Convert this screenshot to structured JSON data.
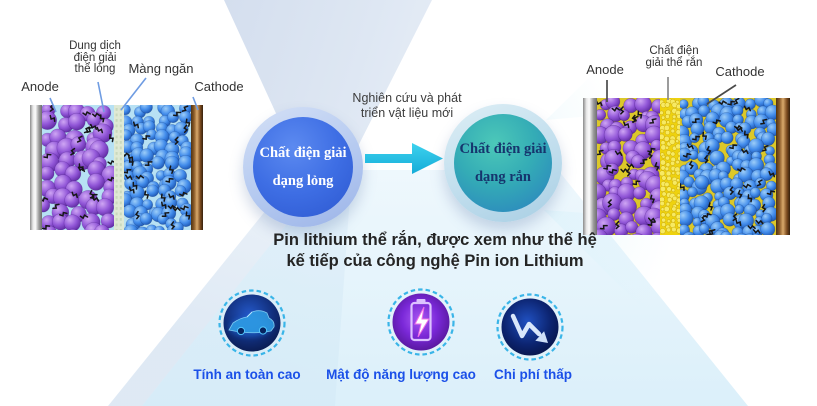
{
  "left_battery": {
    "name": "liquid electrolyte battery diagram",
    "labels": {
      "anode": "Anode",
      "electrolyte_lines": [
        "Dung dịch",
        "điện giải",
        "thể lỏng"
      ],
      "separator": "Màng ngăn",
      "cathode": "Cathode"
    }
  },
  "right_battery": {
    "name": "solid electrolyte battery diagram",
    "labels": {
      "anode": "Anode",
      "electrolyte_lines": [
        "Chất điện",
        "giải thể rắn"
      ],
      "cathode": "Cathode"
    }
  },
  "transition": {
    "note_lines": [
      "Nghiên cứu và phát",
      "triển vật liệu mới"
    ],
    "liquid_circle_lines": [
      "Chất điện giải",
      "dạng lỏng"
    ],
    "solid_circle_lines": [
      "Chất điện giải",
      "dạng rắn"
    ],
    "arrow_icon": "right-arrow-icon"
  },
  "caption": {
    "line1": "Pin lithium thể rắn, được xem như thế hệ",
    "line2": "kế tiếp của công nghệ Pin ion Lithium"
  },
  "benefits": [
    {
      "icon": "car-safety-icon",
      "label": "Tính an toàn cao"
    },
    {
      "icon": "battery-energy-icon",
      "label": "Mật độ năng lượng cao"
    },
    {
      "icon": "cost-down-icon",
      "label": "Chi phí thấp"
    }
  ],
  "colors": {
    "arrow_cyan": "#2bc3e6",
    "liquid_circle_blue": "#3e6ee4",
    "solid_circle_teal": "#35adb5",
    "benefit_label_blue": "#1b50e8",
    "beam_light_blue": "#cfe8f6",
    "purple_particle": "#8b50cf",
    "blue_particle": "#3f86e8",
    "solid_electrolyte_yellow": "#eed20e"
  }
}
